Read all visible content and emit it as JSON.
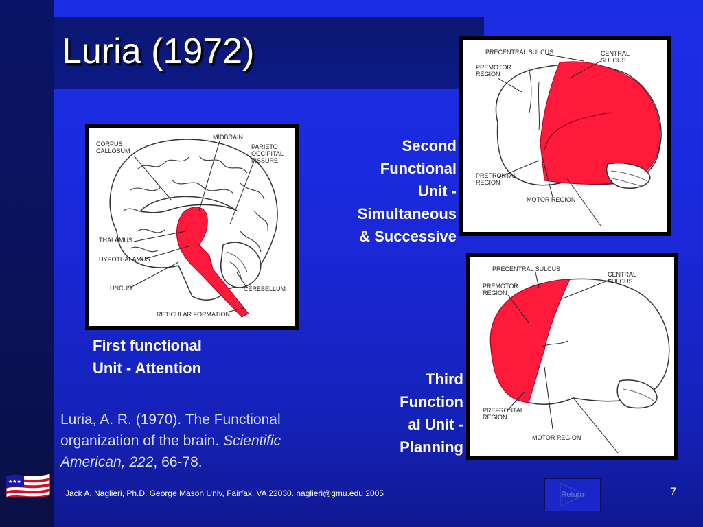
{
  "slide": {
    "title": "Luria (1972)",
    "page_number": "7",
    "footer": "Jack A. Naglieri, Ph.D.  George Mason Univ, Fairfax, VA 22030.  naglieri@gmu.edu 2005"
  },
  "captions": {
    "first_line1": "First functional",
    "first_line2": "Unit - Attention",
    "second_line1": "Second",
    "second_line2": "Functional",
    "second_line3": "Unit -",
    "second_line4": "Simultaneous",
    "second_line5": "& Successive",
    "third_line1": "Third",
    "third_line2": "Function",
    "third_line3": "al Unit -",
    "third_line4": "Planning"
  },
  "citation": {
    "line1": "Luria, A. R. (1970).  The Functional",
    "line2_plain": "organization of the brain.  ",
    "line2_italic": "Scientific",
    "line3_italic": "American, 222",
    "line3_plain": ", 66-78."
  },
  "diagram_midsagittal": {
    "corpus_callosum_1": "CORPUS",
    "corpus_callosum_2": "CALLOSUM",
    "midbrain": "MIDBRAIN",
    "parieto_1": "PARIETO",
    "parieto_2": "OCCIPITAL",
    "parieto_3": "FISSURE",
    "thalamus": "THALAMUS",
    "hypothalamus": "HYPOTHALAMUS",
    "uncus": "UNCUS",
    "cerebellum": "CEREBELLUM",
    "reticular": "RETICULAR FORMATION"
  },
  "diagram_lateral_posterior": {
    "precentral": "PRECENTRAL   SULCUS",
    "central_1": "CENTRAL",
    "central_2": "SULCUS",
    "premotor_1": "PREMOTOR",
    "premotor_2": "REGION",
    "prefrontal_1": "PREFRONTAL",
    "prefrontal_2": "REGION",
    "motor": "MOTOR REGION"
  },
  "diagram_lateral_frontal": {
    "precentral": "PRECENTRAL   SULCUS",
    "central_1": "CENTRAL",
    "central_2": "SULCUS",
    "premotor_1": "PREMOTOR",
    "premotor_2": "REGION",
    "prefrontal_1": "PREFRONTAL",
    "prefrontal_2": "REGION",
    "motor": "MOTOR REGION"
  },
  "return_button": {
    "label": "Return"
  },
  "colors": {
    "highlight": "#ff1a3c",
    "background": "#1a28d8",
    "title_bar": "#0b1770"
  }
}
